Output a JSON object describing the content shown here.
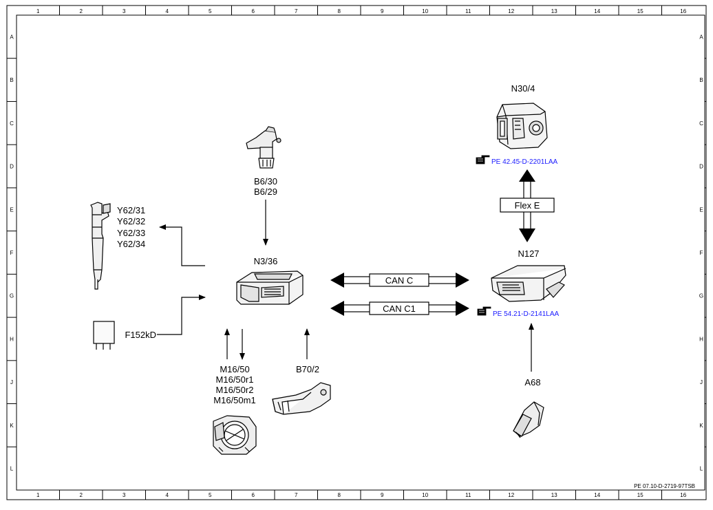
{
  "frame": {
    "columns": [
      "1",
      "2",
      "3",
      "4",
      "5",
      "6",
      "7",
      "8",
      "9",
      "10",
      "11",
      "12",
      "13",
      "14",
      "15",
      "16"
    ],
    "rows": [
      "A",
      "B",
      "C",
      "D",
      "E",
      "F",
      "G",
      "H",
      "J",
      "K",
      "L"
    ]
  },
  "components": {
    "n30_4": "N30/4",
    "b6_30": "B6/30",
    "b6_29": "B6/29",
    "y62_31": "Y62/31",
    "y62_32": "Y62/32",
    "y62_33": "Y62/33",
    "y62_34": "Y62/34",
    "n3_36": "N3/36",
    "n127": "N127",
    "f152kd": "F152kD",
    "m16_50": "M16/50",
    "m16_50r1": "M16/50r1",
    "m16_50r2": "M16/50r2",
    "m16_50m1": "M16/50m1",
    "b70_2": "B70/2",
    "a68": "A68"
  },
  "buses": {
    "flex_e": "Flex E",
    "can_c": "CAN C",
    "can_c1": "CAN C1"
  },
  "references": {
    "ref_n30_4": "PE 42.45-D-2201LAA",
    "ref_n127": "PE 54.21-D-2141LAA"
  },
  "footer": {
    "doc_id": "PE 07.10-D-2719-97TSB"
  }
}
